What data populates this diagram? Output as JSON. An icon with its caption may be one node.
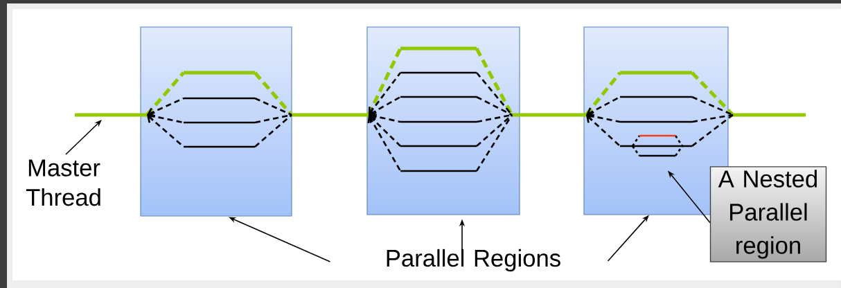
{
  "diagram": {
    "nodes": [
      {
        "text": [],
        "shape": "box"
      },
      {
        "text": [],
        "shape": "box"
      },
      {
        "text": [],
        "shape": "box"
      },
      {
        "text": [
          "Master Thread"
        ]
      },
      {
        "text": [
          "Parallel Regions"
        ]
      },
      {
        "text": [
          "A Nested Parallel region"
        ]
      }
    ],
    "edges": [
      {
        "from": 3,
        "to": null,
        "arrow": "to"
      },
      {
        "from": 4,
        "to": 0,
        "arrow": "to"
      },
      {
        "from": 4,
        "to": 1,
        "arrow": "to"
      },
      {
        "from": 4,
        "to": 2,
        "arrow": "to"
      },
      {
        "from": 5,
        "to": 2,
        "arrow": "to"
      }
    ]
  }
}
